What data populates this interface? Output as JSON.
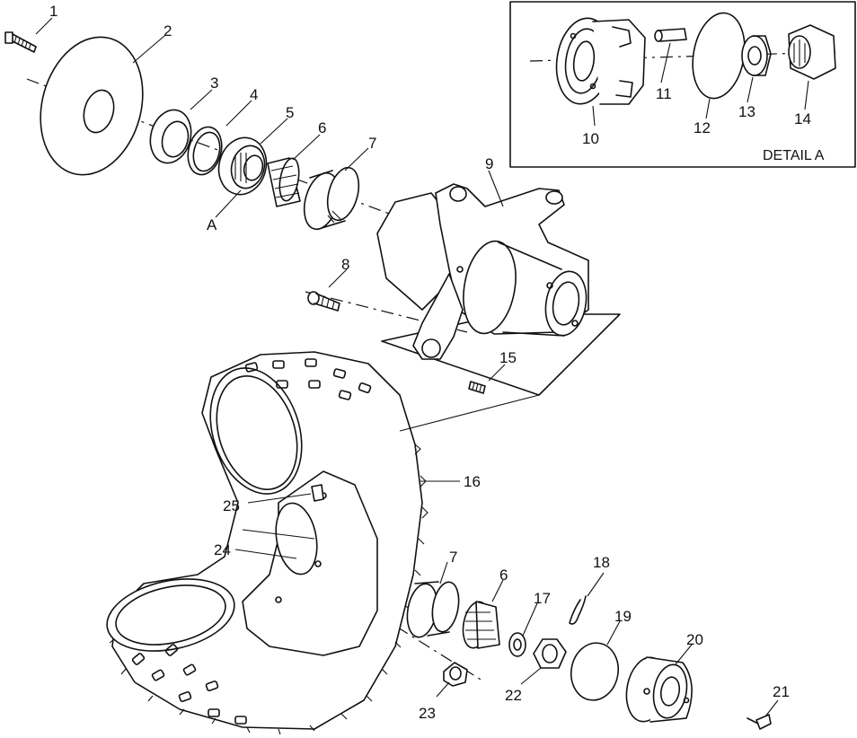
{
  "labels": {
    "p1": "1",
    "p2": "2",
    "p3": "3",
    "p4": "4",
    "p5": "5",
    "p6a": "6",
    "p7a": "7",
    "p8": "8",
    "p9": "9",
    "p10": "10",
    "p11": "11",
    "p12": "12",
    "p13": "13",
    "p14": "14",
    "p15": "15",
    "p16": "16",
    "p17": "17",
    "p18": "18",
    "p19": "19",
    "p20": "20",
    "p21": "21",
    "p22": "22",
    "p23": "23",
    "p24": "24",
    "p25": "25",
    "p6b": "6",
    "p7b": "7",
    "pA": "A"
  },
  "detail_title": "DETAIL A"
}
